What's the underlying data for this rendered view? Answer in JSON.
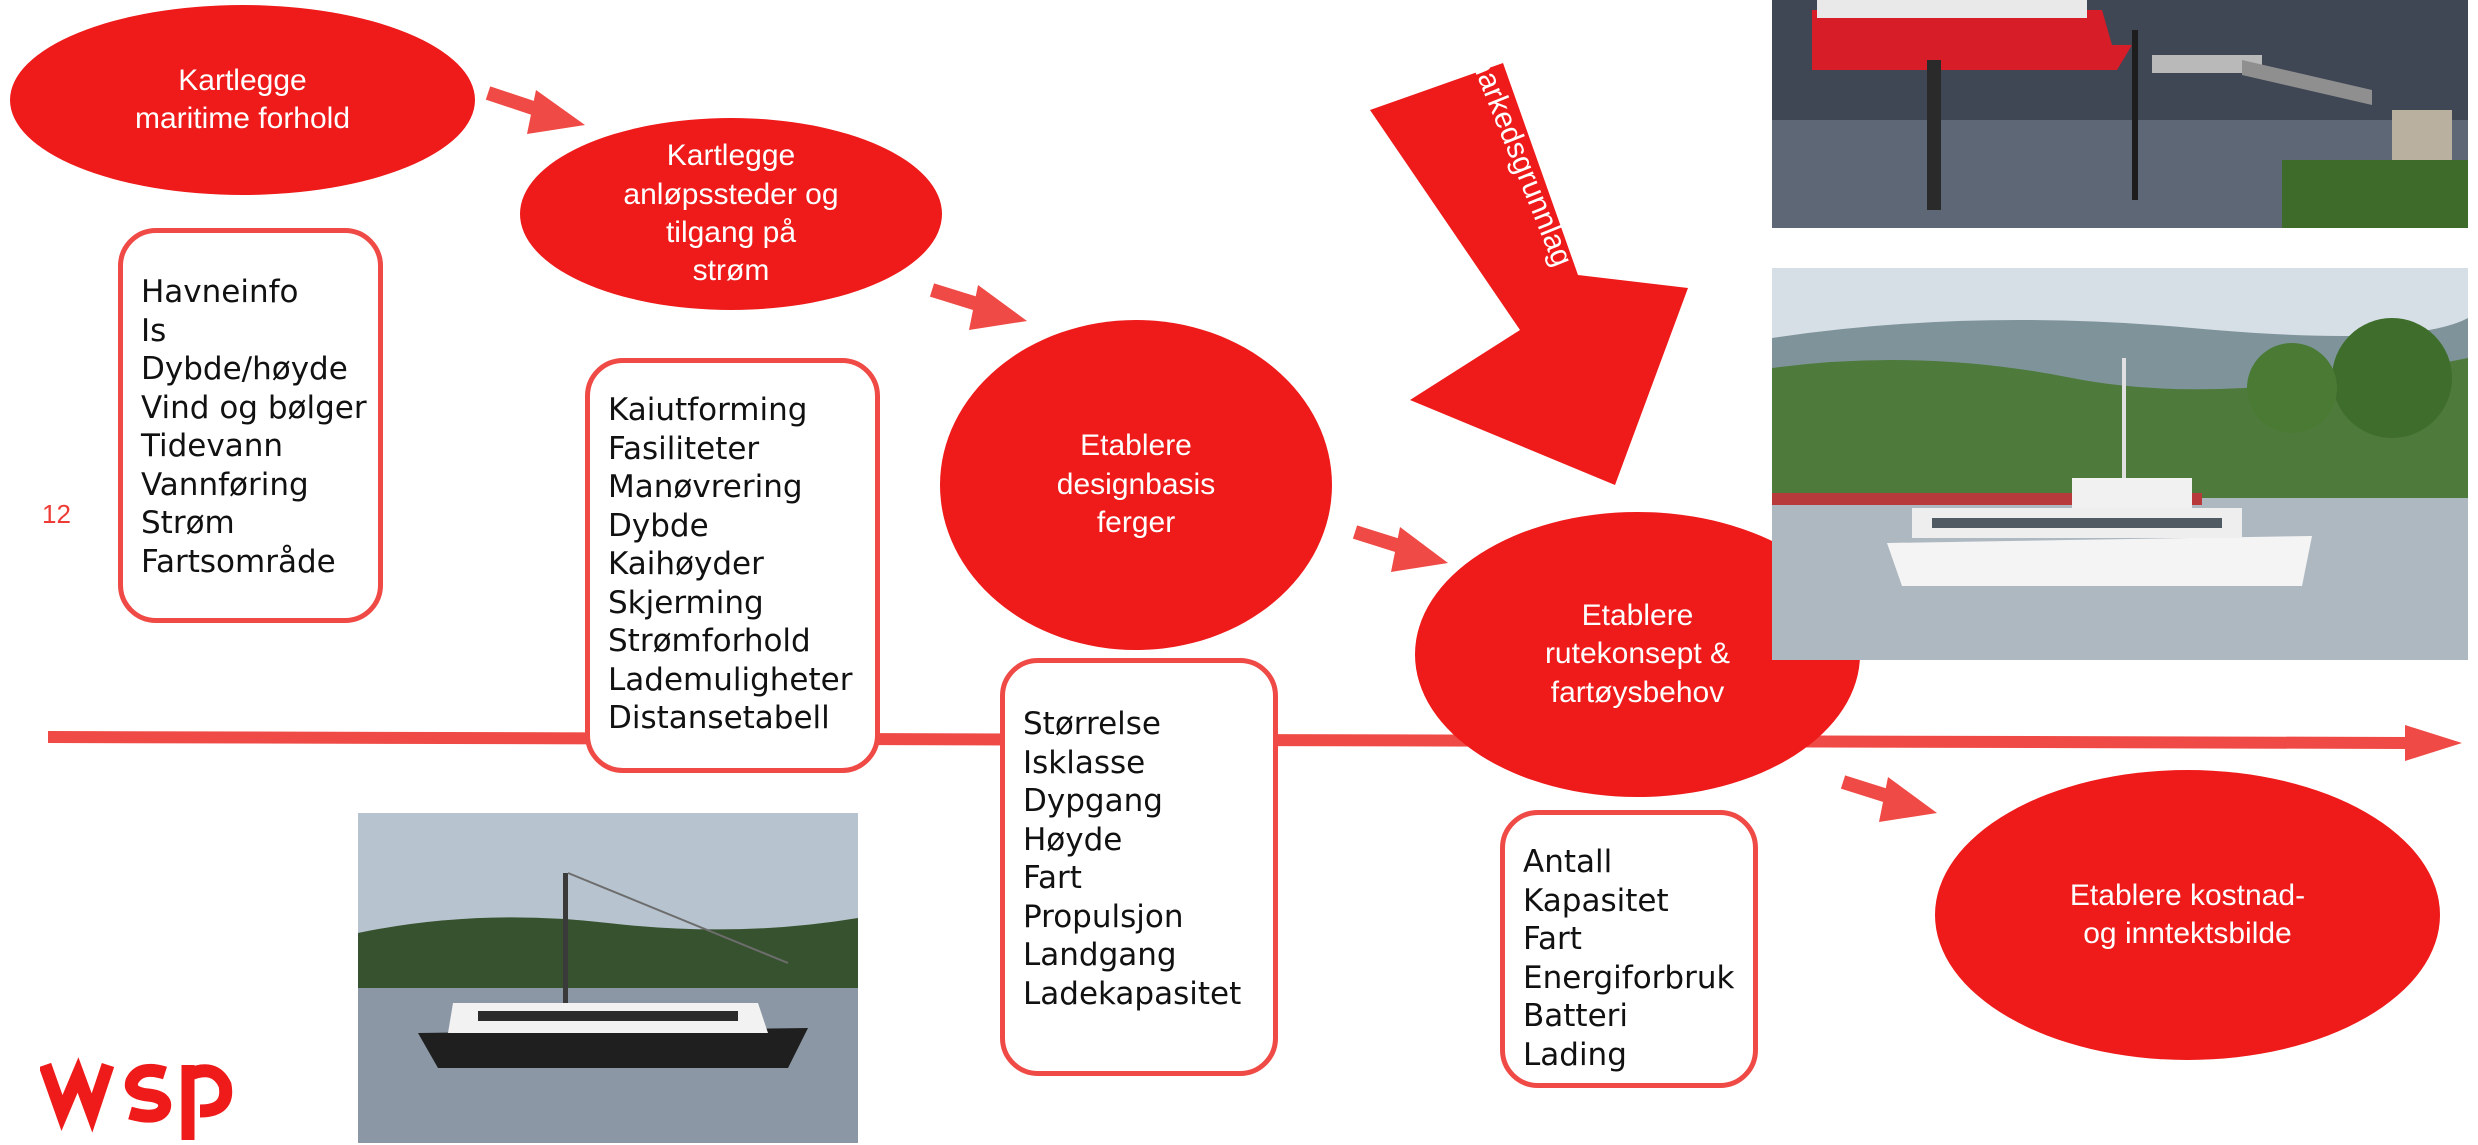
{
  "page_number": "12",
  "accent_color": "#ef1a1a",
  "logo": {
    "text": "wsp"
  },
  "steps": {
    "step1": "Kartlegge\nmaritime forhold",
    "step2": "Kartlegge\nanløpssteder og\ntilgang på\nstrøm",
    "step3": "Etablere\ndesignbasis\nferger",
    "step4": "Etablere\nrutekonsept &\nfartøysbehov",
    "step5": "Etablere kostnad-\nog inntektsbilde"
  },
  "boxes": {
    "box1": [
      "Havneinfo",
      "Is",
      "Dybde/høyde",
      "Vind og bølger",
      "Tidevann",
      "Vannføring",
      "Strøm",
      "Fartsområde"
    ],
    "box2": [
      "Kaiutforming",
      "Fasiliteter",
      "Manøvrering",
      "Dybde",
      "Kaihøyder",
      "Skjerming",
      "Strømforhold",
      "Lademuligheter",
      "Distansetabell"
    ],
    "box3": [
      "Størrelse",
      "Isklasse",
      "Dypgang",
      "Høyde",
      "Fart",
      "Propulsjon",
      "Landgang",
      "Ladekapasitet"
    ],
    "box4": [
      "Antall",
      "Kapasitet",
      "Fart",
      "Energiforbruk",
      "Batteri",
      "Lading"
    ]
  },
  "big_arrow_text": "Se i sammenheng med markedsgrunnlag",
  "photos": {
    "photo_top": "red-ferry-at-dock-photo",
    "photo_right": "white-ferry-photo",
    "photo_bottom": "passenger-boat-photo"
  }
}
